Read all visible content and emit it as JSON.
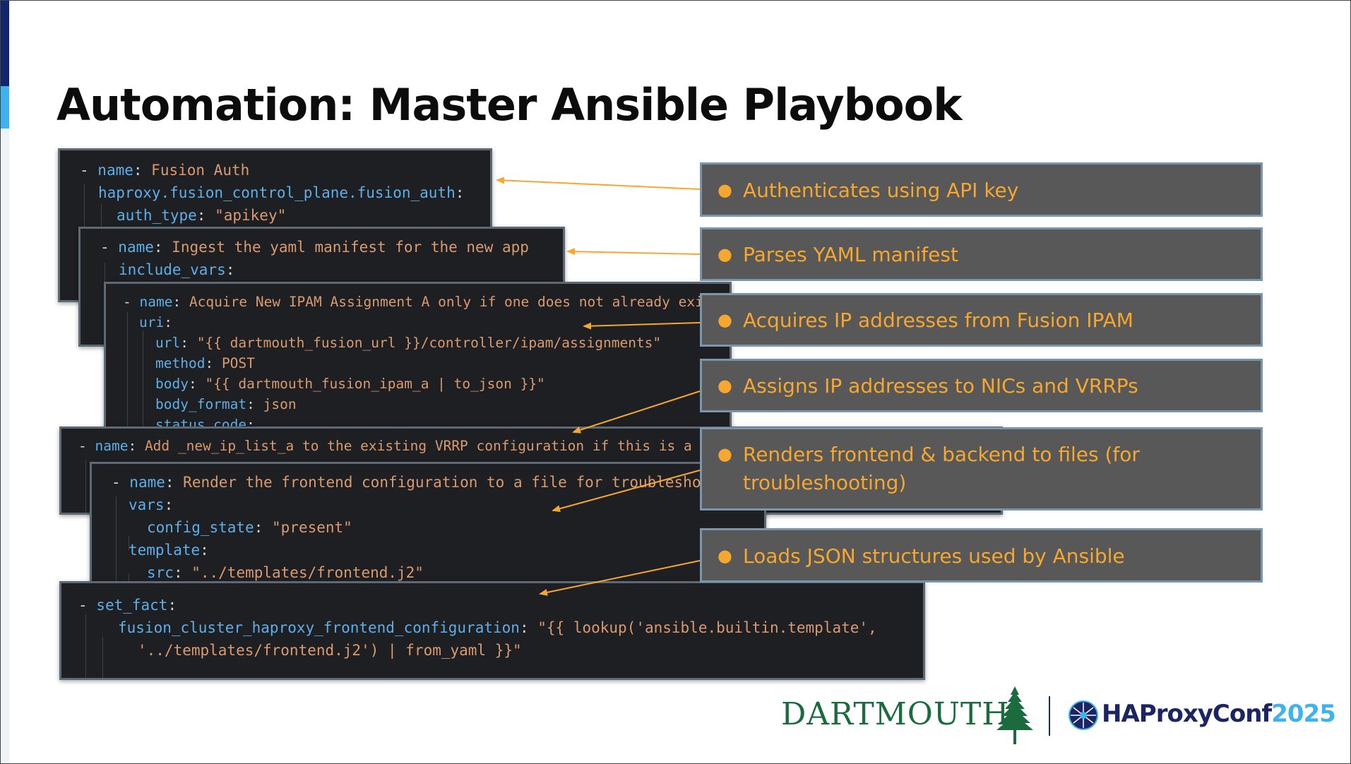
{
  "slide": {
    "title": "Automation: Master Ansible Playbook"
  },
  "code_blocks": [
    {
      "id": "fusion-auth",
      "lines": [
        [
          "- ",
          "name",
          ": ",
          "Fusion Auth"
        ],
        [
          "",
          "haproxy.fusion_control_plane.fusion_auth",
          ":",
          ""
        ],
        [
          "",
          "auth_type",
          ": ",
          "\"apikey\""
        ]
      ]
    },
    {
      "id": "ingest-yaml",
      "lines": [
        [
          "- ",
          "name",
          ": ",
          "Ingest the yaml manifest for the new app"
        ],
        [
          "",
          "include_vars",
          ":",
          ""
        ]
      ]
    },
    {
      "id": "acquire-ipam",
      "lines": [
        [
          "- ",
          "name",
          ": ",
          "Acquire New IPAM Assignment A only if one does not already exi"
        ],
        [
          "",
          "uri",
          ":",
          ""
        ],
        [
          "",
          "url",
          ": ",
          "\"{{ dartmouth_fusion_url }}/controller/ipam/assignments\""
        ],
        [
          "",
          "method",
          ": ",
          "POST"
        ],
        [
          "",
          "body",
          ": ",
          "\"{{ dartmouth_fusion_ipam_a | to_json }}\""
        ],
        [
          "",
          "body_format",
          ": ",
          "json"
        ],
        [
          "",
          "status_code",
          ":",
          ""
        ]
      ]
    },
    {
      "id": "add-vrrp",
      "lines": [
        [
          "- ",
          "name",
          ": ",
          "Add _new_ip_list_a to the existing VRRP configuration if this is a"
        ]
      ]
    },
    {
      "id": "render-frontend",
      "lines": [
        [
          "- ",
          "name",
          ": ",
          "Render the frontend configuration to a file for troublesho"
        ],
        [
          "",
          "vars",
          ":",
          ""
        ],
        [
          "",
          "config_state",
          ": ",
          "\"present\""
        ],
        [
          "",
          "template",
          ":",
          ""
        ],
        [
          "",
          "src",
          ": ",
          "\"../templates/frontend.j2\""
        ]
      ]
    },
    {
      "id": "set-fact",
      "lines": [
        [
          "- ",
          "set_fact",
          ":",
          ""
        ],
        [
          "",
          "fusion_cluster_haproxy_frontend_configuration",
          ": ",
          "\"{{ lookup('ansible.builtin.template',"
        ],
        [
          "",
          "",
          "",
          "'../templates/frontend.j2') | from_yaml }}\""
        ]
      ]
    }
  ],
  "callouts": [
    {
      "bullet": "●",
      "text": "Authenticates using API key"
    },
    {
      "bullet": "●",
      "text": "Parses YAML manifest"
    },
    {
      "bullet": "●",
      "text": "Acquires IP addresses from Fusion IPAM"
    },
    {
      "bullet": "●",
      "text": "Assigns IP addresses to NICs and VRRPs"
    },
    {
      "bullet": "●",
      "text": "Renders frontend & backend to files (for troubleshooting)"
    },
    {
      "bullet": "●",
      "text": "Loads JSON structures used by Ansible"
    }
  ],
  "logos": {
    "dartmouth": "DARTMOUTH",
    "conference": "HAProxyConf",
    "conference_year": "2025"
  },
  "colors": {
    "code_bg": "#1e1f22",
    "code_key": "#5eaee8",
    "code_string": "#d99a70",
    "callout_bg": "#585859",
    "callout_text": "#f5a72f",
    "arrow": "#f5a72f",
    "dartmouth_green": "#1c6b3f",
    "haproxy_navy": "#1b2563",
    "haproxy_blue": "#3fb3f1"
  }
}
